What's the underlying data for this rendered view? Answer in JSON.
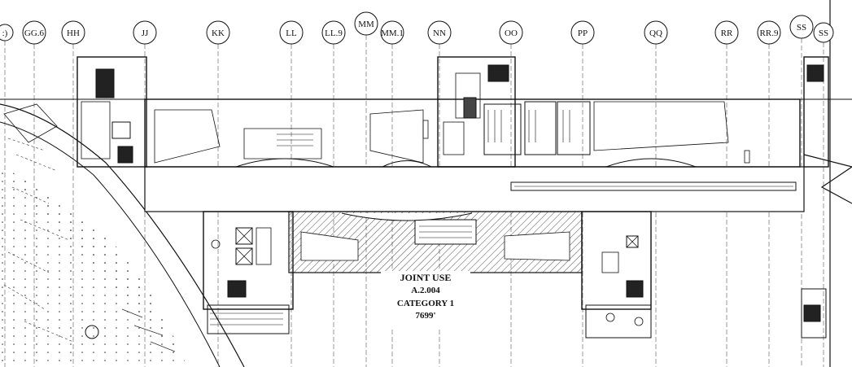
{
  "grid_bubbles": [
    {
      "id": "g0",
      "label": ":)"
    },
    {
      "id": "g1",
      "label": "GG.6"
    },
    {
      "id": "g2",
      "label": "HH"
    },
    {
      "id": "g3",
      "label": "JJ"
    },
    {
      "id": "g4",
      "label": "KK"
    },
    {
      "id": "g5",
      "label": "LL"
    },
    {
      "id": "g6",
      "label": "LL.9"
    },
    {
      "id": "g7",
      "label": "MM"
    },
    {
      "id": "g8",
      "label": "MM.1"
    },
    {
      "id": "g9",
      "label": "NN"
    },
    {
      "id": "g10",
      "label": "OO"
    },
    {
      "id": "g11",
      "label": "PP"
    },
    {
      "id": "g12",
      "label": "QQ"
    },
    {
      "id": "g13",
      "label": "RR"
    },
    {
      "id": "g14",
      "label": "RR.9"
    },
    {
      "id": "g15",
      "label": "SS"
    },
    {
      "id": "g16",
      "label": "SS"
    }
  ],
  "space_label": {
    "line1": "JOINT USE",
    "line2": "A.2.004",
    "line3": "CATEGORY 1",
    "line4": "7699'"
  },
  "colors": {
    "ink": "#111111",
    "paper": "#ffffff",
    "hatch": "#222222"
  }
}
